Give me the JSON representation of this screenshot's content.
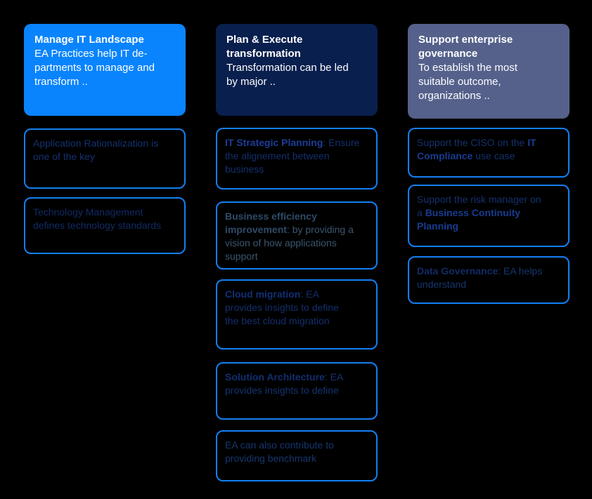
{
  "canvas": {
    "background": "#000000",
    "card_border_color": "#1280f2"
  },
  "columns": [
    {
      "id": "manage-it-landscape",
      "header": {
        "title": "Manage IT Landscape",
        "body": "EA Practices help IT de-\npartments to manage and\ntransform ..",
        "bg": "#0984fd",
        "text_color": "#ffffff"
      },
      "cards": [
        {
          "text_color": "#14316e",
          "segments": [
            {
              "text": "Application Rationalization is\none of the key",
              "bold": false
            }
          ]
        },
        {
          "text_color": "#112a65",
          "segments": [
            {
              "text": "Technology Management\ndefines technology standards",
              "bold": false
            }
          ]
        }
      ]
    },
    {
      "id": "plan-execute-transformation",
      "header": {
        "title": "Plan & Execute\ntransformation",
        "body": "Transformation can be led\nby major ..",
        "bg": "#091f4e",
        "text_color": "#ffffff"
      },
      "cards": [
        {
          "text_color": "#132f6d",
          "bold_color": "#1d3d99",
          "segments": [
            {
              "text": "IT Strategic Planning",
              "bold": true
            },
            {
              "text": ": Ensure\nthe alignement between\nbusiness",
              "bold": false
            }
          ]
        },
        {
          "text_color": "#3a566f",
          "bold_color": "#2e4b68",
          "segments": [
            {
              "text": "Business efficiency\nimprovement",
              "bold": true
            },
            {
              "text": ": by providing a\nvision of how applications\nsupport",
              "bold": false
            }
          ]
        },
        {
          "text_color": "#132f6d",
          "bold_color": "#122f75",
          "segments": [
            {
              "text": "Cloud migration",
              "bold": true
            },
            {
              "text": ": EA\nprovides insights to define\nthe best cloud migration",
              "bold": false
            }
          ]
        },
        {
          "text_color": "#143471",
          "bold_color": "#122f70",
          "segments": [
            {
              "text": "Solution Architecture",
              "bold": true
            },
            {
              "text": ": EA\nprovides insights to define",
              "bold": false
            }
          ]
        },
        {
          "text_color": "#16366f",
          "segments": [
            {
              "text": "EA can also contribute to\nproviding benchmark",
              "bold": false
            }
          ]
        }
      ]
    },
    {
      "id": "support-enterprise-governance",
      "header": {
        "title": "Support enterprise\ngovernance",
        "body": "To establish the most\nsuitable outcome,\norganizations ..",
        "bg": "#55618b",
        "text_color": "#ffffff"
      },
      "cards": [
        {
          "text_color": "#14316e",
          "bold_color": "#173c90",
          "segments": [
            {
              "text": "Support the CISO on the ",
              "bold": false
            },
            {
              "text": "IT\nCompliance",
              "bold": true
            },
            {
              "text": " use case",
              "bold": false
            }
          ]
        },
        {
          "text_color": "#14316e",
          "bold_color": "#173c90",
          "segments": [
            {
              "text": "Support the risk manager on\na ",
              "bold": false
            },
            {
              "text": "Business Continuity\nPlanning",
              "bold": true
            }
          ]
        },
        {
          "text_color": "#16356f",
          "bold_color": "#122a66",
          "segments": [
            {
              "text": "Data Governance",
              "bold": true
            },
            {
              "text": ": EA helps\nunderstand",
              "bold": false
            }
          ]
        }
      ]
    }
  ]
}
